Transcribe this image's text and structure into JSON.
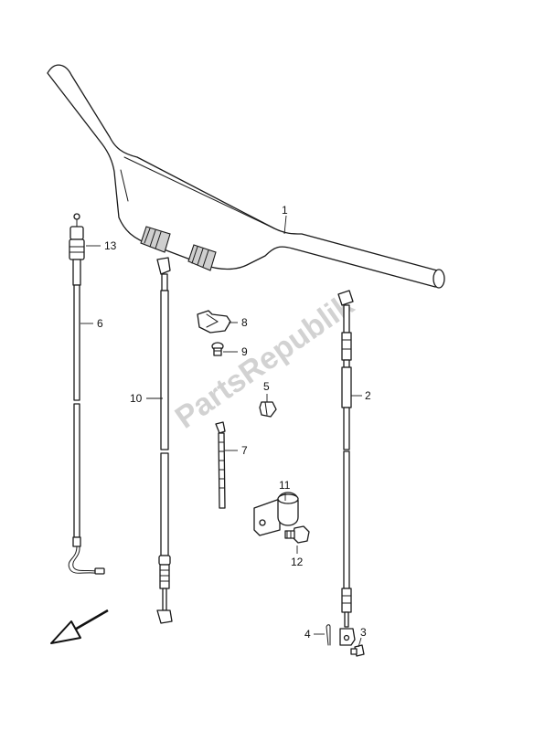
{
  "watermark": "PartsRepublik",
  "callouts": [
    {
      "id": "1",
      "part": "handlebar"
    },
    {
      "id": "2",
      "part": "clutch-cable"
    },
    {
      "id": "3",
      "part": "bolt"
    },
    {
      "id": "4",
      "part": "pin"
    },
    {
      "id": "5",
      "part": "clamp"
    },
    {
      "id": "6",
      "part": "throttle-cable"
    },
    {
      "id": "7",
      "part": "cable-tie"
    },
    {
      "id": "8",
      "part": "cable-guide-clip"
    },
    {
      "id": "9",
      "part": "screw"
    },
    {
      "id": "10",
      "part": "brake-cable"
    },
    {
      "id": "11",
      "part": "cable-holder"
    },
    {
      "id": "12",
      "part": "bolt"
    },
    {
      "id": "13",
      "part": "cable-adjuster"
    }
  ],
  "icons": {
    "direction": "front-arrow-icon"
  }
}
